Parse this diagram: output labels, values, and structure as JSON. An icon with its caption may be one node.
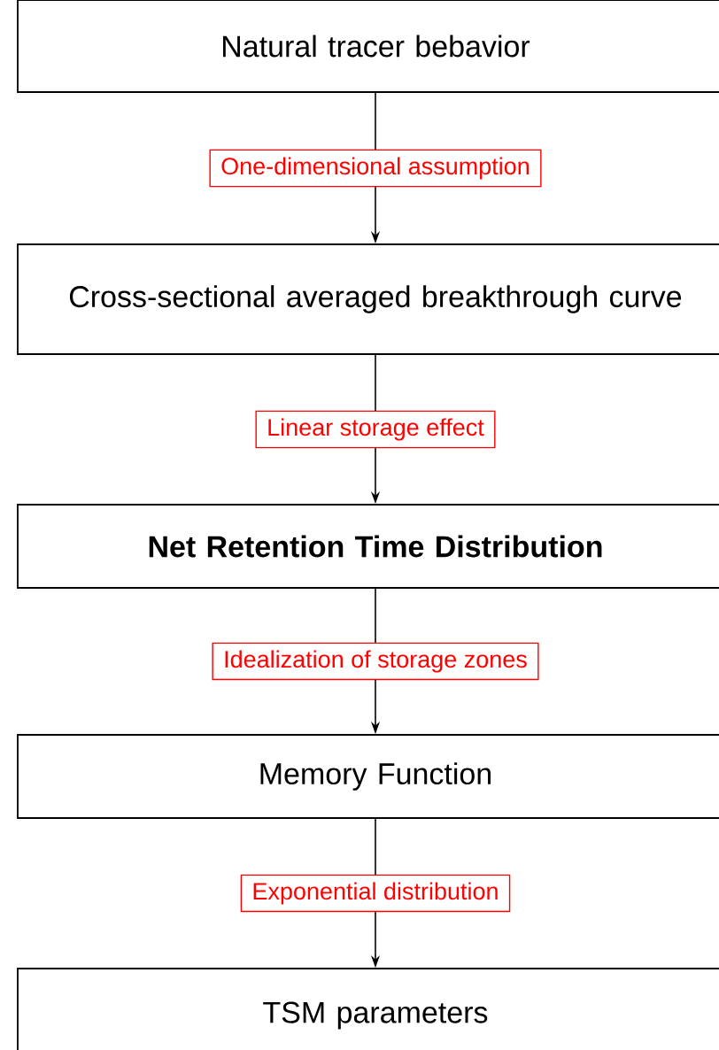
{
  "diagram": {
    "nodes": [
      {
        "text": [
          "Natural tracer bebavior"
        ]
      },
      {
        "text": [
          "Cross-sectional averaged breakthrough curve"
        ]
      },
      {
        "text": [
          "Net Retention Time Distribution"
        ]
      },
      {
        "text": [
          "Memory Function"
        ]
      },
      {
        "text": [
          "TSM parameters"
        ]
      }
    ],
    "edges": [
      {
        "from": 0,
        "to": 1,
        "arrow": "to",
        "label": "One-dimensional assumption"
      },
      {
        "from": 1,
        "to": 2,
        "arrow": "to",
        "label": "Linear storage effect"
      },
      {
        "from": 2,
        "to": 3,
        "arrow": "to",
        "label": "Idealization of storage zones"
      },
      {
        "from": 3,
        "to": 4,
        "arrow": "to",
        "label": "Exponential distribution"
      }
    ]
  }
}
